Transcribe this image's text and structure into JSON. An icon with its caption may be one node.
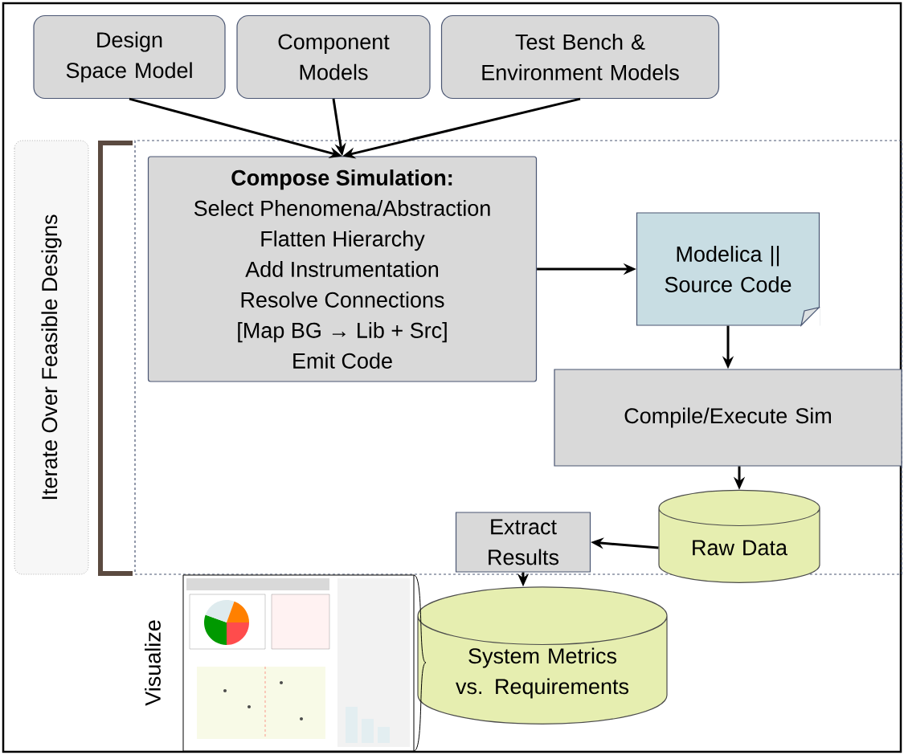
{
  "diagram": {
    "nodes": [
      {
        "text": [
          "Design Space Model"
        ]
      },
      {
        "text": [
          "Component Models"
        ]
      },
      {
        "text": [
          "Test Bench & Environment Models"
        ]
      },
      {
        "text": [
          "Iterate Over Feasible Designs"
        ]
      },
      {
        "text": [],
        "shape": "box"
      },
      {
        "text": [
          "Compose Simulation:",
          "Select Phenomena/Abstraction",
          "Flatten Hierarchy",
          "Add Instrumentation",
          "Resolve Connections",
          "[Map BG → Lib + Src]",
          "Emit Code"
        ],
        "in": 4
      },
      {
        "text": [
          "Modelica || Source Code"
        ],
        "in": 4
      },
      {
        "text": [
          "Compile/Execute Sim"
        ],
        "in": 4
      },
      {
        "text": [
          "Raw Data"
        ]
      },
      {
        "text": [
          "Extract Results"
        ],
        "in": 4
      },
      {
        "text": [
          "System Metrics vs. Requirements"
        ]
      }
    ],
    "edges": [
      {
        "from": 0,
        "to": 5,
        "arrow": "to"
      },
      {
        "from": 1,
        "to": 5,
        "arrow": "to"
      },
      {
        "from": 2,
        "to": 5,
        "arrow": "to"
      },
      {
        "from": 5,
        "to": 6,
        "arrow": "to"
      },
      {
        "from": 6,
        "to": 7,
        "arrow": "to"
      },
      {
        "from": 7,
        "to": 8,
        "arrow": "to"
      },
      {
        "from": 8,
        "to": 9,
        "arrow": "to"
      },
      {
        "from": 9,
        "to": 10,
        "arrow": "to"
      }
    ],
    "labels": [
      "Visualize"
    ]
  }
}
